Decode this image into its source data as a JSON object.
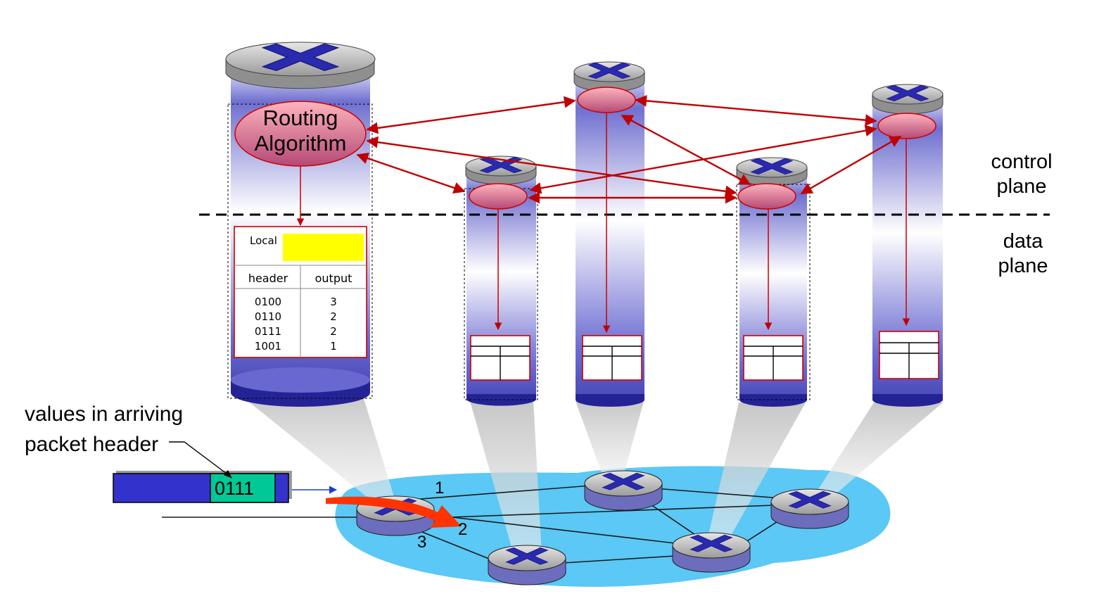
{
  "labels": {
    "routing_algorithm": [
      "Routing",
      "Algorithm"
    ],
    "control_plane": [
      "control",
      "plane"
    ],
    "data_plane": [
      "data",
      "plane"
    ],
    "arriving_values": [
      "values in arriving",
      "packet header"
    ],
    "packet_value": "0111",
    "ports": [
      "1",
      "2",
      "3"
    ]
  },
  "forwarding_table": {
    "local_label": "Local",
    "columns": [
      "header",
      "output"
    ],
    "rows": [
      [
        "0100",
        "3"
      ],
      [
        "0110",
        "2"
      ],
      [
        "0111",
        "2"
      ],
      [
        "1001",
        "1"
      ]
    ]
  },
  "colors": {
    "control_arrow": "#c00000",
    "cloud": "#5bc8f5",
    "column_blue": "#2b2ba8",
    "highlight": "#ffff00",
    "packet_field": "#00c896",
    "packet_body": "#3333cc"
  },
  "icons": [
    "router-icon",
    "routing-algorithm-ellipse",
    "forwarding-table-icon"
  ]
}
